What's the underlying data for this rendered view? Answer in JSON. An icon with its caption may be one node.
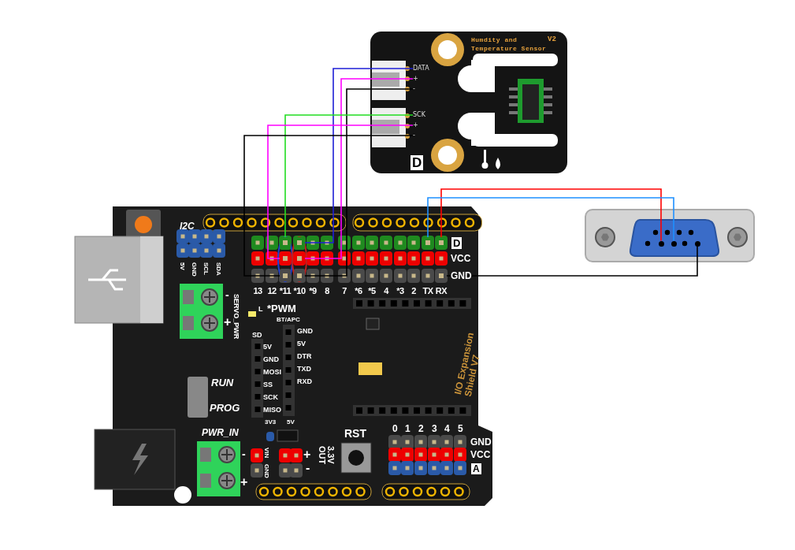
{
  "diagram": {
    "nodes": [
      {
        "text": [
          "Humdity and Temperature Sensor",
          "V2"
        ]
      },
      {
        "text": [
          "DATA"
        ],
        "in": 0
      },
      {
        "text": [
          "+"
        ],
        "in": 0
      },
      {
        "text": [
          "-"
        ],
        "in": 0
      },
      {
        "text": [
          "SCK"
        ],
        "in": 0
      },
      {
        "text": [
          "+"
        ],
        "in": 0
      },
      {
        "text": [
          "-"
        ],
        "in": 0
      },
      {
        "text": [
          "I/O Expansion Shield V7"
        ]
      },
      {
        "text": [],
        "shape": "box",
        "in": 7
      },
      {
        "text": [],
        "shape": "box",
        "in": 7
      },
      {
        "text": [],
        "shape": "box",
        "in": 7
      },
      {
        "text": [],
        "shape": "box",
        "in": 7
      },
      {
        "text": [],
        "shape": "box",
        "in": 7
      },
      {
        "text": [],
        "shape": "box",
        "in": 7
      },
      {
        "text": [],
        "shape": "box",
        "in": 7
      },
      {
        "text": [],
        "shape": "box",
        "in": 7
      },
      {
        "text": [],
        "shape": "box",
        "in": 7
      },
      {
        "text": [],
        "shape": "box"
      },
      {
        "text": [],
        "shape": "circle",
        "in": 17
      },
      {
        "text": [],
        "shape": "circle",
        "in": 17
      },
      {
        "text": [],
        "shape": "circle",
        "in": 17
      }
    ],
    "edges": [
      {
        "from": 1,
        "to": 9,
        "arrow": "none",
        "color": "#1f1fd6"
      },
      {
        "from": 2,
        "to": 13,
        "arrow": "none",
        "color": "#ff00ff"
      },
      {
        "from": 3,
        "to": 15,
        "arrow": "none",
        "color": "#000000"
      },
      {
        "from": 4,
        "to": 8,
        "arrow": "none",
        "color": "#22dd22"
      },
      {
        "from": 5,
        "to": 12,
        "arrow": "none",
        "color": "#ff00ff"
      },
      {
        "from": 6,
        "to": 14,
        "arrow": "none",
        "color": "#000000"
      },
      {
        "from": 18,
        "to": 11,
        "arrow": "none",
        "color": "#ff0000"
      },
      {
        "from": 19,
        "to": 10,
        "arrow": "none",
        "color": "#1e90ff"
      },
      {
        "from": 20,
        "to": 16,
        "arrow": "none",
        "color": "#000000"
      }
    ],
    "labels": [
      "D",
      "I2C",
      "5V",
      "GND",
      "SCL",
      "SDA",
      "D",
      "VCC",
      "GND",
      "13",
      "12",
      "*11",
      "*10",
      "*9",
      "8",
      "7",
      "*6",
      "*5",
      "4",
      "*3",
      "2",
      "TX",
      "RX",
      "-",
      "SERVO_PWR",
      "+",
      "L",
      "*PWM",
      "BT/APC",
      "GND",
      "5V",
      "DTR",
      "TXD",
      "RXD",
      "SD",
      "5V",
      "GND",
      "MOSI",
      "SS",
      "SCK",
      "MISO",
      "RUN",
      "PROG",
      "PWR_IN",
      "3V3",
      "5V",
      "RST",
      "0",
      "1",
      "2",
      "3",
      "4",
      "5",
      "GND",
      "VCC",
      "A",
      "-",
      "+",
      "VIN",
      "GND",
      "+",
      "-",
      "3.3V OUT"
    ]
  }
}
